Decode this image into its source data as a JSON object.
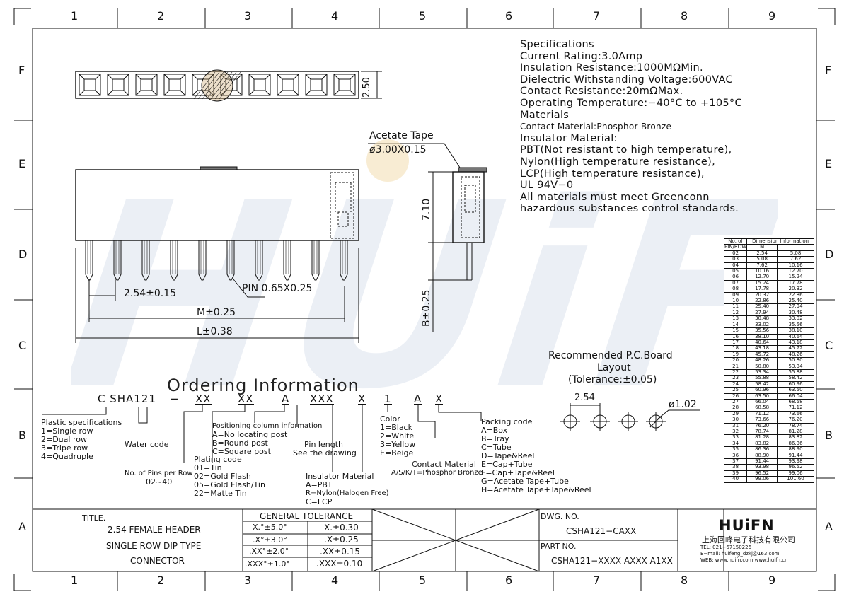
{
  "border": {
    "columns": [
      "1",
      "2",
      "3",
      "4",
      "5",
      "6",
      "7",
      "8",
      "9"
    ],
    "rows": [
      "F",
      "E",
      "D",
      "C",
      "B",
      "A"
    ]
  },
  "specs": [
    "Specifications",
    "Current Rating:3.0Amp",
    "Insulation Resistance:1000MΩMin.",
    "Dielectric Withstanding Voltage:600VAC",
    "Contact Resistance:20mΩMax.",
    "Operating Temperature:−40°C to +105°C",
    "Materials",
    "Contact Material:Phosphor Bronze",
    "Insulator Material:",
    "PBT(Not resistant to high temperature),",
    "Nylon(High temperature resistance),",
    "LCP(High temperature resistance),",
    "UL 94V−0",
    "All materials must meet Greenconn",
    "hazardous substances control standards."
  ],
  "drawing": {
    "dim_width": "2.50",
    "tape_label": "Acetate Tape",
    "tape_dia": "ø3.00X0.15",
    "dim_height": "7.10",
    "dim_pin_len": "B±0.25",
    "pin_label": "PIN 0.65X0.25",
    "pitch": "2.54±0.15",
    "m_dim": "M±0.25",
    "l_dim": "L±0.38"
  },
  "pcb": {
    "title": "Recommended P.C.Board",
    "subtitle": "Layout",
    "tolerance": "(Tolerance:±0.05)",
    "pitch": "2.54",
    "hole": "ø1.02"
  },
  "ordering": {
    "title": "Ordering Information",
    "code_parts": [
      "C SHA121",
      "−",
      "XX",
      "XX",
      "A",
      "XXX",
      "X",
      "1",
      "A",
      "X"
    ],
    "plastic": [
      "Plastic specifications",
      "1=Single row",
      "2=Dual row",
      "3=Tripe row",
      "4=Quadruple"
    ],
    "water": "Water code",
    "pins": [
      "No. of Pins per Row",
      "02~40"
    ],
    "plating": [
      "Plating code",
      "01=Tin",
      "02=Gold Flash",
      "05=Gold Flash/Tin",
      "22=Matte Tin"
    ],
    "positioning": [
      "Positioning column information",
      "A=No locating post",
      "B=Round post",
      "C=Square post"
    ],
    "pinlen": [
      "Pin length",
      "See the drawing"
    ],
    "insulator": [
      "Insulator Material",
      "A=PBT",
      "R=Nylon(Halogen Free)",
      "C=LCP"
    ],
    "color": [
      "Color",
      "1=Black",
      "2=White",
      "3=Yellow",
      "E=Beige"
    ],
    "contact": [
      "Contact Material",
      "A/S/K/T=Phosphor Bronze"
    ],
    "packing": [
      "Packing code",
      "A=Box",
      "B=Tray",
      "C=Tube",
      "D=Tape&Reel",
      "E=Cap+Tube",
      "F=Cap+Tape&Reel",
      "G=Acetate Tape+Tube",
      "H=Acetate Tape+Tape&Reel"
    ]
  },
  "dim_table": {
    "head1": [
      "No. of",
      "Dimension Information"
    ],
    "head2": [
      "PIN/ROW",
      "M",
      "L"
    ],
    "rows": [
      [
        "02",
        "2.54",
        "5.08"
      ],
      [
        "03",
        "5.08",
        "7.62"
      ],
      [
        "04",
        "7.62",
        "10.16"
      ],
      [
        "05",
        "10.16",
        "12.70"
      ],
      [
        "06",
        "12.70",
        "15.24"
      ],
      [
        "07",
        "15.24",
        "17.78"
      ],
      [
        "08",
        "17.78",
        "20.32"
      ],
      [
        "09",
        "20.32",
        "22.86"
      ],
      [
        "10",
        "22.86",
        "25.40"
      ],
      [
        "11",
        "25.40",
        "27.94"
      ],
      [
        "12",
        "27.94",
        "30.48"
      ],
      [
        "13",
        "30.48",
        "33.02"
      ],
      [
        "14",
        "33.02",
        "35.56"
      ],
      [
        "15",
        "35.56",
        "38.10"
      ],
      [
        "16",
        "38.10",
        "40.64"
      ],
      [
        "17",
        "40.64",
        "43.18"
      ],
      [
        "18",
        "43.18",
        "45.72"
      ],
      [
        "19",
        "45.72",
        "48.26"
      ],
      [
        "20",
        "48.26",
        "50.80"
      ],
      [
        "21",
        "50.80",
        "53.34"
      ],
      [
        "22",
        "53.34",
        "55.88"
      ],
      [
        "23",
        "55.88",
        "58.42"
      ],
      [
        "24",
        "58.42",
        "60.96"
      ],
      [
        "25",
        "60.96",
        "63.50"
      ],
      [
        "26",
        "63.50",
        "66.04"
      ],
      [
        "27",
        "66.04",
        "68.58"
      ],
      [
        "28",
        "68.58",
        "71.12"
      ],
      [
        "29",
        "71.12",
        "73.66"
      ],
      [
        "30",
        "73.66",
        "76.20"
      ],
      [
        "31",
        "76.20",
        "78.74"
      ],
      [
        "32",
        "78.74",
        "81.28"
      ],
      [
        "33",
        "81.28",
        "83.82"
      ],
      [
        "34",
        "83.82",
        "86.36"
      ],
      [
        "35",
        "86.36",
        "88.90"
      ],
      [
        "36",
        "88.90",
        "91.44"
      ],
      [
        "37",
        "91.44",
        "93.98"
      ],
      [
        "38",
        "93.98",
        "96.52"
      ],
      [
        "39",
        "96.52",
        "99.06"
      ],
      [
        "40",
        "99.06",
        "101.60"
      ]
    ]
  },
  "title_block": {
    "title_label": "TITLE.",
    "title_lines": [
      "2.54 FEMALE HEADER",
      "SINGLE ROW DIP TYPE",
      "CONNECTOR"
    ],
    "tol_header": "GENERAL TOLERANCE",
    "tol_rows": [
      [
        "X.°±5.0°",
        "X.±0.30"
      ],
      [
        ".X°±3.0°",
        ".X±0.25"
      ],
      [
        ".XX°±2.0°",
        ".XX±0.15"
      ],
      [
        ".XXX°±1.0°",
        ".XXX±0.10"
      ]
    ],
    "dwg_label": "DWG. NO.",
    "dwg_no": "CSHA121−CAXX",
    "part_label": "PART NO.",
    "part_no": "CSHA121−XXXX AXXX A1XX",
    "logo": "HUiFN",
    "company": "上海回峰电子科技有限公司",
    "tel": "TEL: 021−67150226",
    "email": "E−mail: huifeng_dzkj@163.com",
    "web": "WEB: www.huifn.com  www.huifn.cn"
  },
  "watermark": "HUiFN",
  "colors": {
    "watermark": "#dde4ef",
    "hatch_highlight": "#c9a36a",
    "line": "#111111"
  }
}
